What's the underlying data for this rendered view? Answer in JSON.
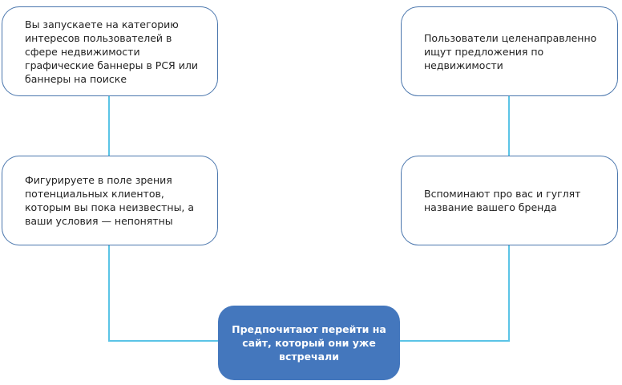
{
  "left": {
    "top": "Вы запускаете на категорию интересов пользователей в сфере недвижимости графические баннеры в РСЯ или баннеры на поиске",
    "middle": "Фигурируете в поле зрения потенциальных клиентов, которым вы пока неизвестны, а ваши условия — непонятны"
  },
  "right": {
    "top": "Пользователи целенаправленно ищут предложения по недвижимости",
    "middle": "Вспоминают про вас и гуглят название вашего бренда"
  },
  "result": "Предпочитают перейти на сайт, который они уже встречали",
  "colors": {
    "box_border": "#4a76ad",
    "result_fill": "#4477bd",
    "connector": "#5bc4e6"
  }
}
